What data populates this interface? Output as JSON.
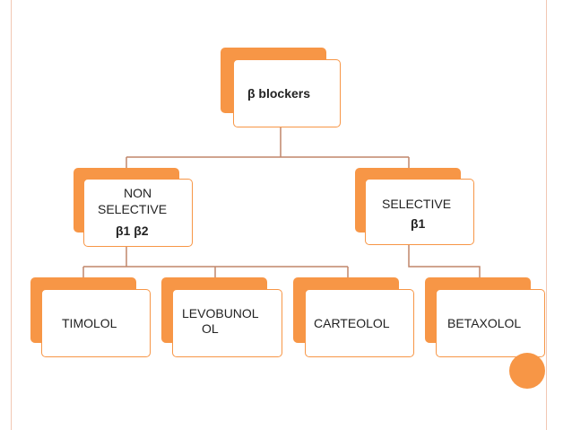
{
  "diagram": {
    "root": {
      "label": "β blockers"
    },
    "non_selective": {
      "line1": "NON",
      "line2": "SELECTIVE",
      "line3": "β1 β2"
    },
    "selective": {
      "line1": "SELECTIVE",
      "line2": "β1"
    },
    "drugs": {
      "timolol": "TIMOLOL",
      "levobunolol_line1": "LEVOBUNOL",
      "levobunolol_line2": "OL",
      "carteolol": "CARTEOLOL",
      "betaxolol": "BETAXOLOL"
    }
  },
  "colors": {
    "accent": "#f79646",
    "card_border": "#f79646",
    "connector": "#c0866a",
    "frame": "#f2c7b3"
  }
}
